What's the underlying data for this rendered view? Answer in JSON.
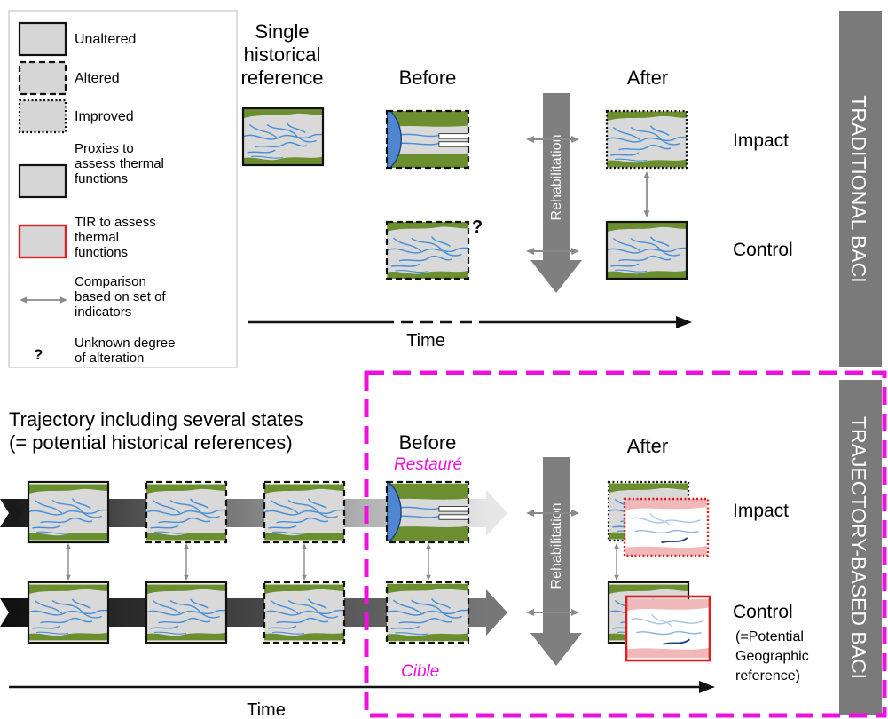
{
  "legend": {
    "unaltered": "Unaltered",
    "altered": "Altered",
    "improved": "Improved",
    "proxies": [
      "Proxies to",
      "assess thermal",
      "functions"
    ],
    "tir": [
      "TIR to assess",
      "thermal",
      "functions"
    ],
    "comparison": [
      "Comparison",
      "based on set of",
      "indicators"
    ],
    "unknown_symbol": "?",
    "unknown": [
      "Unknown degree",
      "of alteration"
    ]
  },
  "traditional": {
    "side_label": "TRADITIONAL BACI",
    "single_ref": [
      "Single",
      "historical",
      "reference"
    ],
    "before": "Before",
    "after": "After",
    "question": "?",
    "rehabilitation": "Rehabilitation",
    "impact": "Impact",
    "control": "Control",
    "time": "Time"
  },
  "trajectory": {
    "side_label": "TRAJECTORY-BASED BACI",
    "title_line1": "Trajectory including several states",
    "title_line2": "(= potential historical references)",
    "before": "Before",
    "after": "After",
    "restaure": "Restauré",
    "cible": "Cible",
    "rehabilitation": "Rehabilitation",
    "impact": "Impact",
    "control": "Control",
    "control_note": [
      "(=Potential",
      "Geographic",
      "reference)"
    ],
    "time": "Time"
  },
  "colors": {
    "green": "#6b8e2f",
    "gray_fill": "#d6d6d6",
    "river": "#4a8fd6",
    "dam": "#4f86cf",
    "tir_red": "#e02020",
    "magenta": "#ee11dd",
    "side_gray": "#7a7a7a",
    "arrow_gray": "#8a8a8a"
  }
}
